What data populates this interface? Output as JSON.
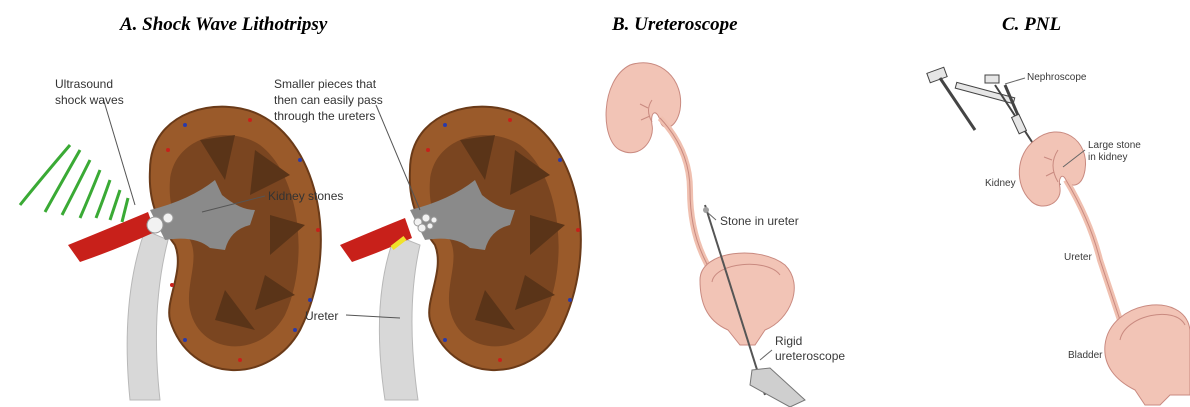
{
  "panels": [
    {
      "title": "A. Shock Wave Lithotripsy",
      "labels": {
        "ultrasound_1": "Ultrasound",
        "ultrasound_2": "shock waves",
        "smaller_1": "Smaller pieces that",
        "smaller_2": "then can easily pass",
        "smaller_3": "through the ureters",
        "kidney_stones": "Kidney stones",
        "ureter": "Ureter"
      }
    },
    {
      "title": "B. Ureteroscope",
      "labels": {
        "stone_in_ureter": "Stone in ureter",
        "rigid_1": "Rigid",
        "rigid_2": "ureteroscope"
      }
    },
    {
      "title": "C. PNL",
      "labels": {
        "nephroscope": "Nephroscope",
        "large_stone_1": "Large stone",
        "large_stone_2": "in kidney",
        "kidney": "Kidney",
        "ureter": "Ureter",
        "bladder": "Bladder"
      }
    }
  ],
  "colors": {
    "kidney_cortex": "#9a5a2a",
    "kidney_medulla": "#5a3418",
    "pelvis": "#8a8a8a",
    "artery": "#c8201a",
    "ureter_gray": "#d8d8d8",
    "shock_wave": "#3aaa35",
    "pink_organ": "#f2c4b6",
    "pink_outline": "#c98a80"
  }
}
